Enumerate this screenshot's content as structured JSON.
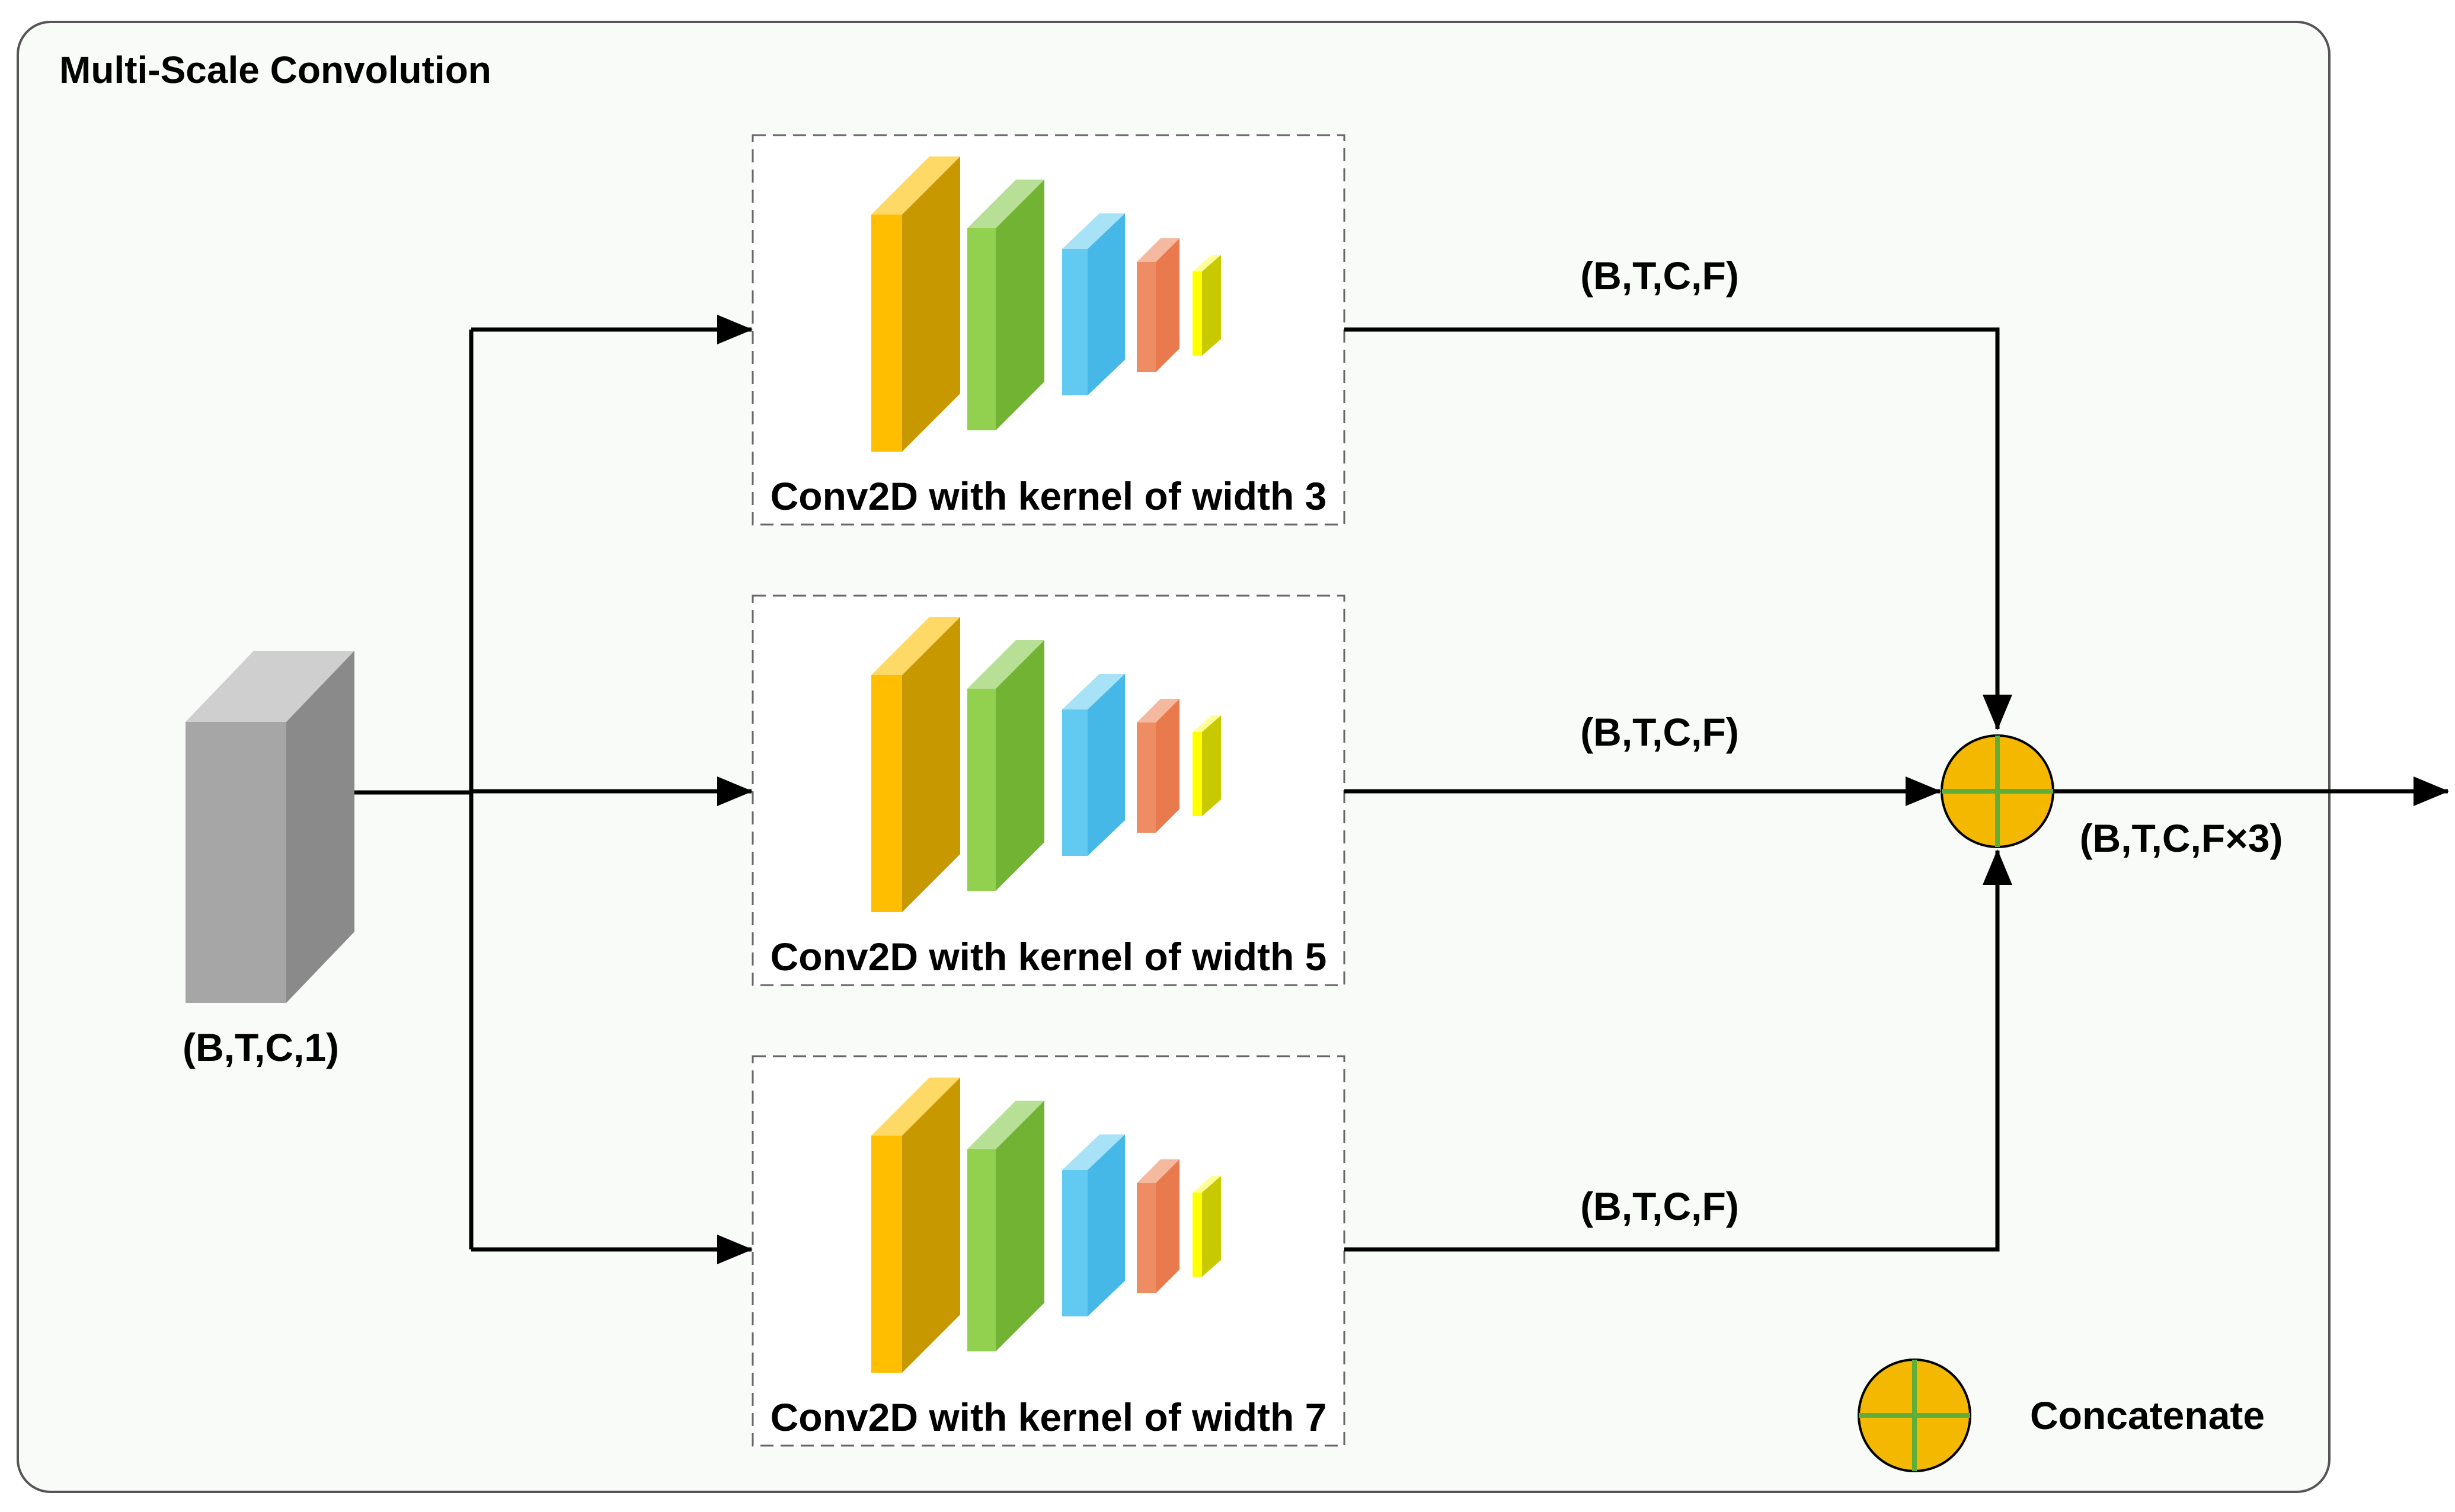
{
  "title": "Multi-Scale Convolution",
  "input": {
    "shape_label": "(B,T,C,1)"
  },
  "branches": [
    {
      "label": "Conv2D with kernel of width 3",
      "output_label": "(B,T,C,F)"
    },
    {
      "label": "Conv2D with kernel of width 5",
      "output_label": "(B,T,C,F)"
    },
    {
      "label": "Conv2D with kernel of width 7",
      "output_label": "(B,T,C,F)"
    }
  ],
  "output": {
    "shape_label": "(B,T,C,F×3)"
  },
  "legend": {
    "label": "Concatenate"
  },
  "colors": {
    "panel_bg": "#f9fbf8",
    "concat_fill": "#f5b800",
    "concat_cross": "#5fae3a",
    "layer_orange": "#ffbf00",
    "layer_green": "#92d050",
    "layer_blue": "#62c9f0",
    "layer_salmon": "#ee8c63",
    "layer_yellow": "#ffff00",
    "input_block": "#a6a6a6"
  }
}
